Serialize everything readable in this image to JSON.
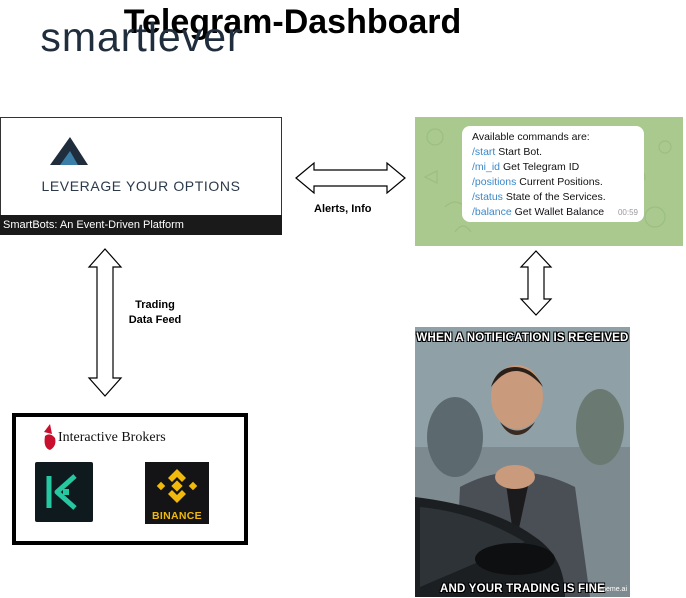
{
  "title": "Telegram-Dashboard",
  "smartlever": {
    "logo": "smartlever",
    "tagline": "LEVERAGE YOUR OPTIONS",
    "footer": "SmartBots: An Event-Driven Platform"
  },
  "telegram": {
    "intro": "Available commands are:",
    "commands": [
      {
        "cmd": "/start",
        "desc": "Start Bot."
      },
      {
        "cmd": "/mi_id",
        "desc": "Get Telegram ID"
      },
      {
        "cmd": "/positions",
        "desc": "Current Positions."
      },
      {
        "cmd": "/status",
        "desc": "State of the Services."
      },
      {
        "cmd": "/balance",
        "desc": "Get Wallet Balance"
      }
    ],
    "time": "00:59"
  },
  "labels": {
    "alerts": "Alerts, Info",
    "trading_line1": "Trading",
    "trading_line2": "Data Feed"
  },
  "brokers": {
    "interactive_brokers": "Interactive Brokers",
    "binance": "BINANCE"
  },
  "meme": {
    "top": "WHEN A NOTIFICATION IS RECEIVED",
    "bottom": "AND YOUR TRADING IS FINE",
    "watermark": "meme.ai"
  },
  "icons": [
    "ib-logo-icon",
    "kucoin-logo-icon",
    "binance-logo-icon",
    "smartlever-mountain-icon"
  ],
  "colors": {
    "telegram_bg": "#a9c98e",
    "command_link": "#3a88c8",
    "binance_yellow": "#f0b90b",
    "kucoin_green": "#25c8a0"
  }
}
